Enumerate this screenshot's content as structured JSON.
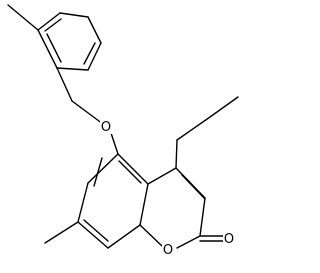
{
  "molecule": {
    "atoms": {
      "ether_oxygen": "O",
      "ring_oxygen": "O",
      "carbonyl_oxygen": "O"
    }
  },
  "colors": {
    "bond": "#000000",
    "background": "#ffffff",
    "label": "#000000"
  }
}
